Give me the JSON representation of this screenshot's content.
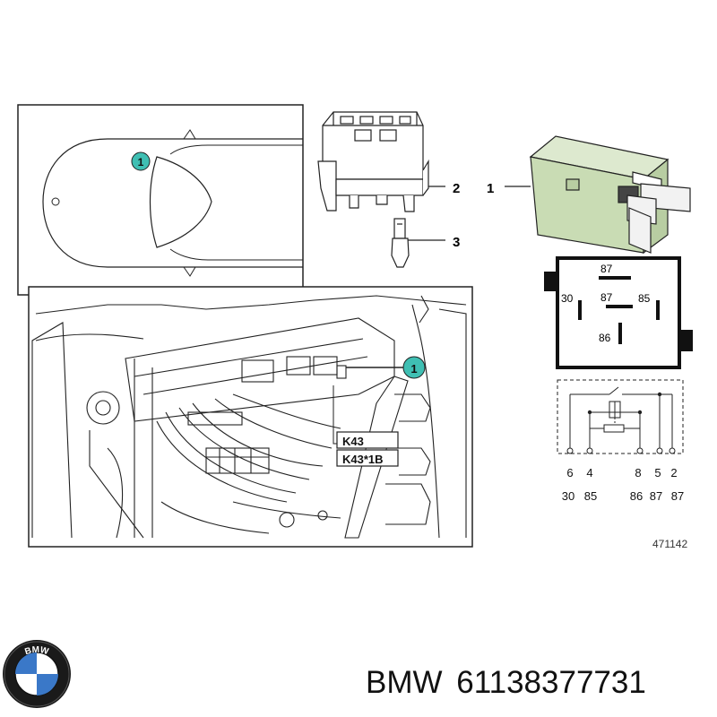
{
  "diagram": {
    "location_callout": "1",
    "part_labels": {
      "relay": "1",
      "socket": "2",
      "terminal": "3"
    },
    "module_labels": [
      "K43",
      "K43*1B"
    ],
    "pin_top": "87",
    "pin_center": "87",
    "pin_left": "30",
    "pin_right": "85",
    "pin_bottom": "86",
    "schematic_pins": [
      "6",
      "4",
      "8",
      "5",
      "2"
    ],
    "schematic_terminals": [
      "30",
      "85",
      "86",
      "87",
      "87"
    ],
    "drawing_number": "471142",
    "colors": {
      "relay_body": "#c9dcb4",
      "callout_fill": "#3fbfb3",
      "line": "#222222"
    }
  },
  "footer": {
    "brand": "BMW",
    "part_number": "61138377731",
    "logo_icon": "bmw-roundel-logo",
    "logo_letters": "BMW"
  }
}
